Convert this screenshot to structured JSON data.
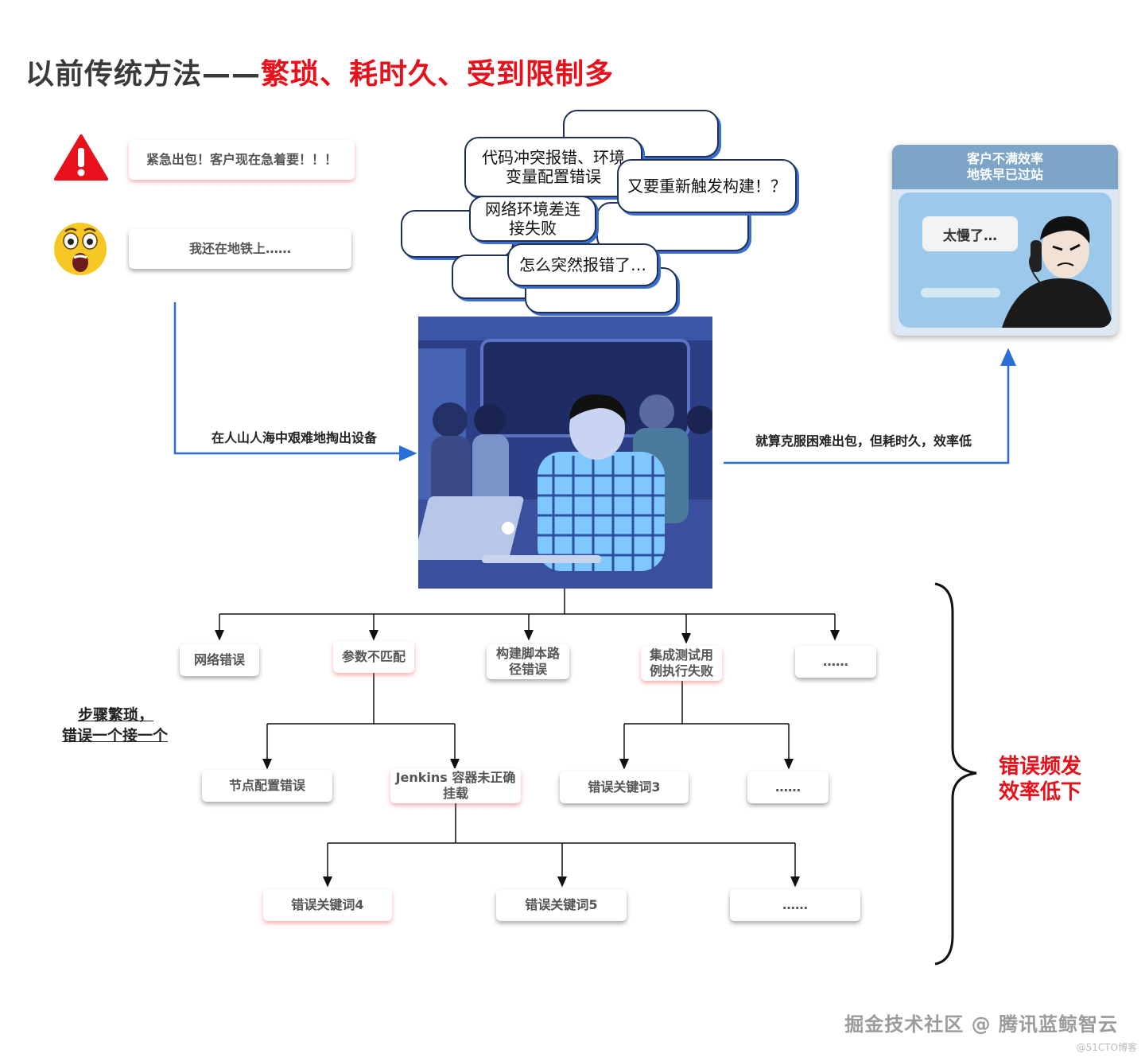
{
  "title": {
    "main": "以前传统方法——",
    "highlight": "繁琐、耗时久、受到限制多"
  },
  "alerts": {
    "urgent": "紧急出包！客户现在急着要！！！",
    "subway": "我还在地铁上……"
  },
  "bubbles": {
    "b1": "代码冲突报错、环境变量配置错误",
    "b2": "又要重新触发构建！？",
    "b3": "网络环境差连接失败",
    "b4": "怎么突然报错了…"
  },
  "arrows": {
    "left": "在人山人海中艰难地掏出设备",
    "right": "就算克服困难出包，但耗时久，效率低"
  },
  "customer": {
    "line1": "客户不满效率",
    "line2": "地铁早已过站",
    "speech": "太慢了…"
  },
  "tree": {
    "level1": [
      "网络错误",
      "参数不匹配",
      "构建脚本路径错误",
      "集成测试用例执行失败",
      "……"
    ],
    "level2": [
      "节点配置错误",
      "Jenkins 容器未正确挂载",
      "错误关键词3",
      "……"
    ],
    "level3": [
      "错误关键词4",
      "错误关键词5",
      "……"
    ]
  },
  "steps_label": {
    "line1": "步骤繁琐，",
    "line2": "错误一个接一个"
  },
  "result_label": {
    "line1": "错误频发",
    "line2": "效率低下"
  },
  "watermark": "掘金技术社区 @ 腾讯蓝鲸智云",
  "watermark_small": "@51CTO博客",
  "colors": {
    "accent_red": "#e8101a",
    "arrow_blue": "#2a6fd6",
    "panel_blue": "#7ca5c8"
  }
}
